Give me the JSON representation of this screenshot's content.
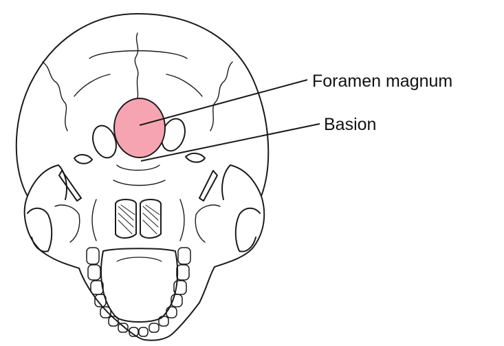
{
  "diagram": {
    "labels": {
      "foramen_magnum": "Foramen magnum",
      "basion": "Basion"
    },
    "colors": {
      "foramen_fill": "#F7A4B2",
      "line": "#1a1a1a"
    },
    "icons": [
      "skull-inferior-view"
    ]
  }
}
